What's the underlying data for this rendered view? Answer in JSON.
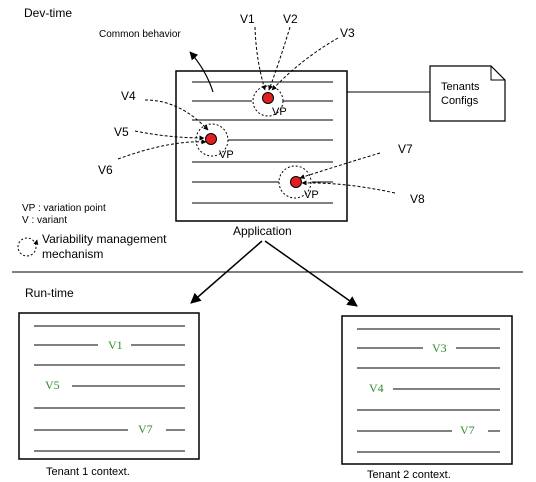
{
  "sections": {
    "dev_time": "Dev-time",
    "run_time": "Run-time"
  },
  "labels": {
    "common_behavior": "Common behavior",
    "application": "Application",
    "tenants_configs_line1": "Tenants",
    "tenants_configs_line2": "Configs",
    "tenant1_context": "Tenant 1 context.",
    "tenant2_context": "Tenant 2 context."
  },
  "variation_points": {
    "vp1": "VP",
    "vp2": "VP",
    "vp3": "VP"
  },
  "variants": {
    "v1": "V1",
    "v2": "V2",
    "v3": "V3",
    "v4": "V4",
    "v5": "V5",
    "v6": "V6",
    "v7": "V7",
    "v8": "V8"
  },
  "legend": {
    "vp": "VP : variation point",
    "v": "V   :  variant",
    "mechanism_line1": "Variability management",
    "mechanism_line2": "mechanism"
  },
  "tenant1": {
    "v1": "V1",
    "v5": "V5",
    "v7": "V7"
  },
  "tenant2": {
    "v3": "V3",
    "v4": "V4",
    "v7": "V7"
  },
  "colors": {
    "variant_text": "#2e8b2e",
    "vp_dot": "#e02020"
  }
}
